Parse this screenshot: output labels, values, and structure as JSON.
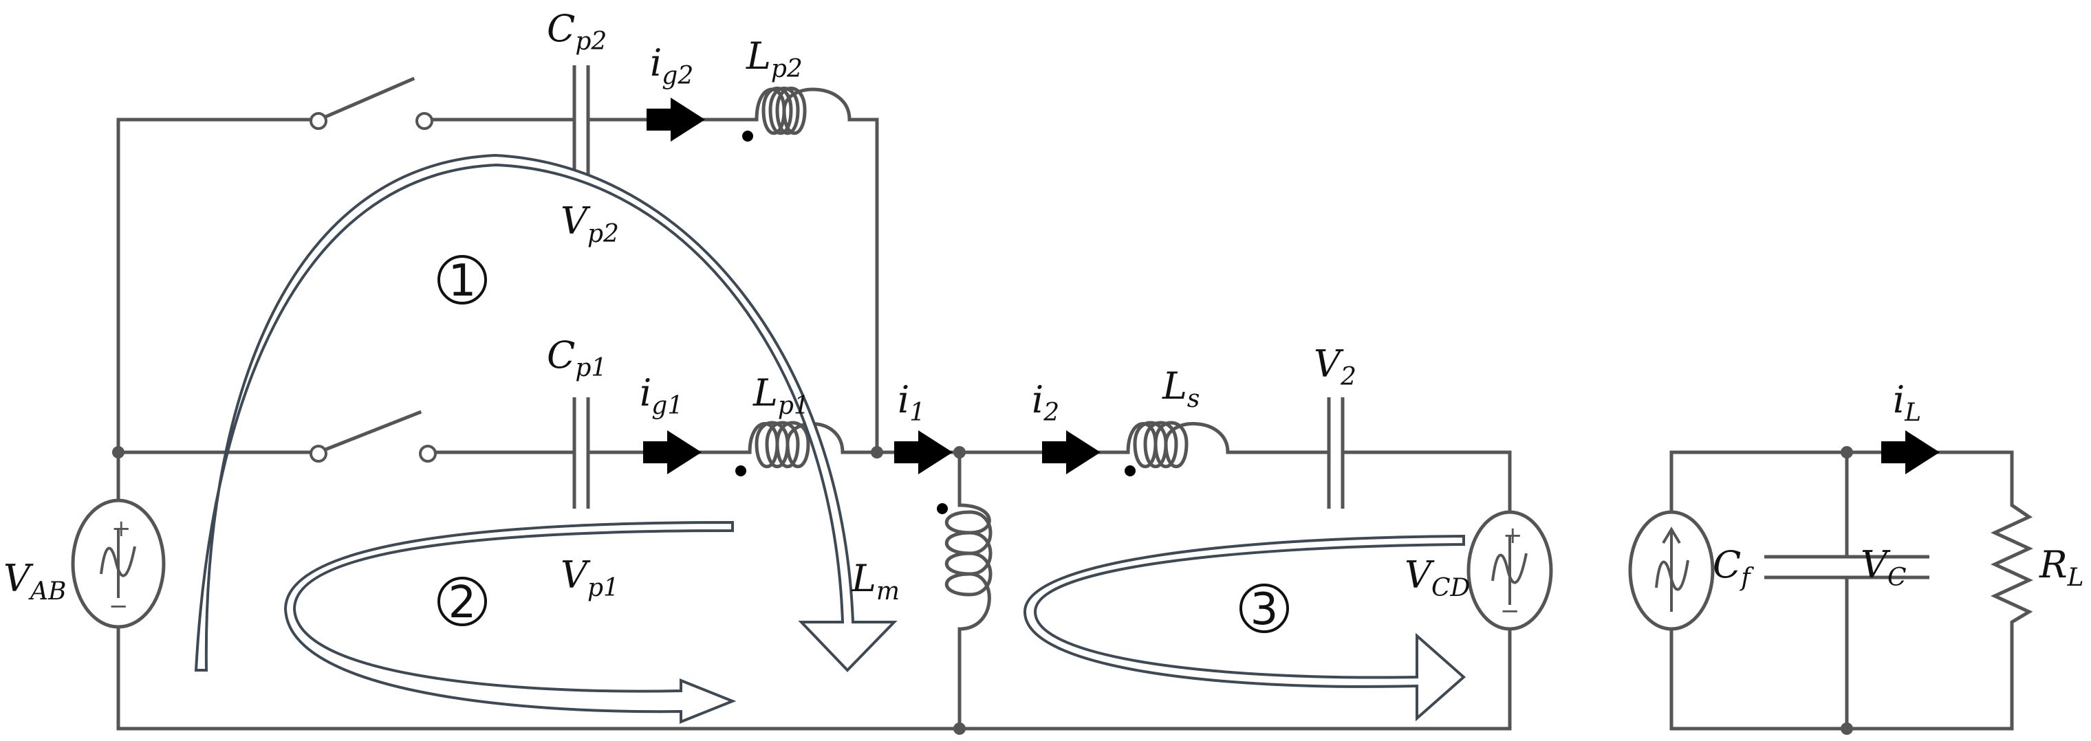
{
  "labels": {
    "cp2": "C",
    "cp2_sub": "p2",
    "ig2": "i",
    "ig2_sub": "g2",
    "lp2": "L",
    "lp2_sub": "p2",
    "vp2": "V",
    "vp2_sub": "p2",
    "cp1": "C",
    "cp1_sub": "p1",
    "ig1": "i",
    "ig1_sub": "g1",
    "lp1": "L",
    "lp1_sub": "p1",
    "vp1": "V",
    "vp1_sub": "p1",
    "i1": "i",
    "i1_sub": "1",
    "i2": "i",
    "i2_sub": "2",
    "ls": "L",
    "ls_sub": "s",
    "v2": "V",
    "v2_sub": "2",
    "lm": "L",
    "lm_sub": "m",
    "vab": "V",
    "vab_sub": "AB",
    "vcd": "V",
    "vcd_sub": "CD",
    "il": "i",
    "il_sub": "L",
    "cf": "C",
    "cf_sub": "f",
    "vc": "V",
    "vc_sub": "C",
    "rl": "R",
    "rl_sub": "L"
  },
  "loops": {
    "loop1": "1",
    "loop2": "2",
    "loop3": "3"
  },
  "polarity": {
    "plus": "+",
    "minus": "−"
  }
}
